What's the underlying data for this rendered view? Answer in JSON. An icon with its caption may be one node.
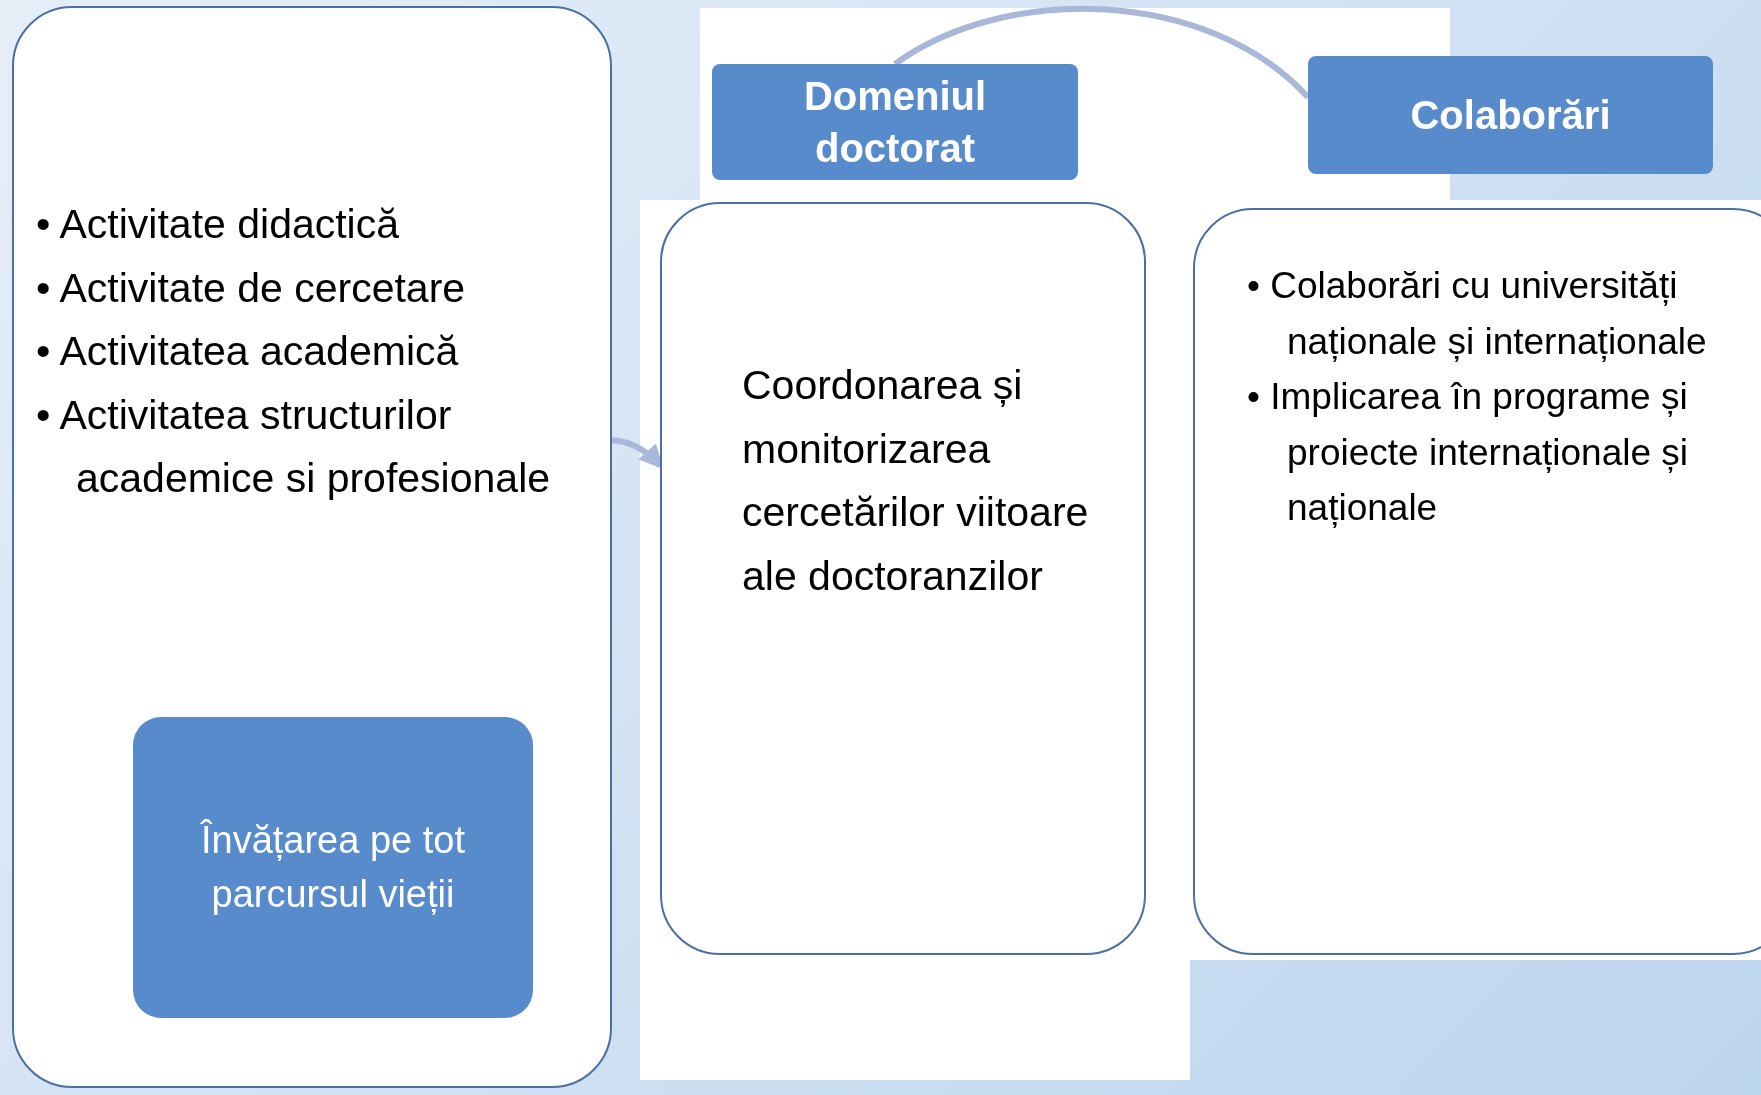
{
  "diagram": {
    "nodes": [
      {
        "text": [
          "• Activitate didactică",
          "• Activitate de cercetare",
          "• Activitatea academică",
          "• Activitatea structurilor academice si profesionale"
        ]
      },
      {
        "text": [
          "Învățarea pe tot parcursul vieții"
        ],
        "in": 0
      },
      {
        "text": [
          "Domeniul doctorat"
        ]
      },
      {
        "text": [
          "Coordonarea și monitorizarea cercetărilor viitoare ale doctoranzilor"
        ]
      },
      {
        "text": [
          "Colaborări"
        ]
      },
      {
        "text": [
          "• Colaborări cu universități naționale și internaționale",
          "• Implicarea în programe și proiecte internaționale și naționale"
        ]
      }
    ],
    "edges": [
      {
        "from": 1,
        "to": 3,
        "arrow": "to"
      },
      {
        "from": 2,
        "to": 4,
        "arrow": "none"
      }
    ]
  }
}
